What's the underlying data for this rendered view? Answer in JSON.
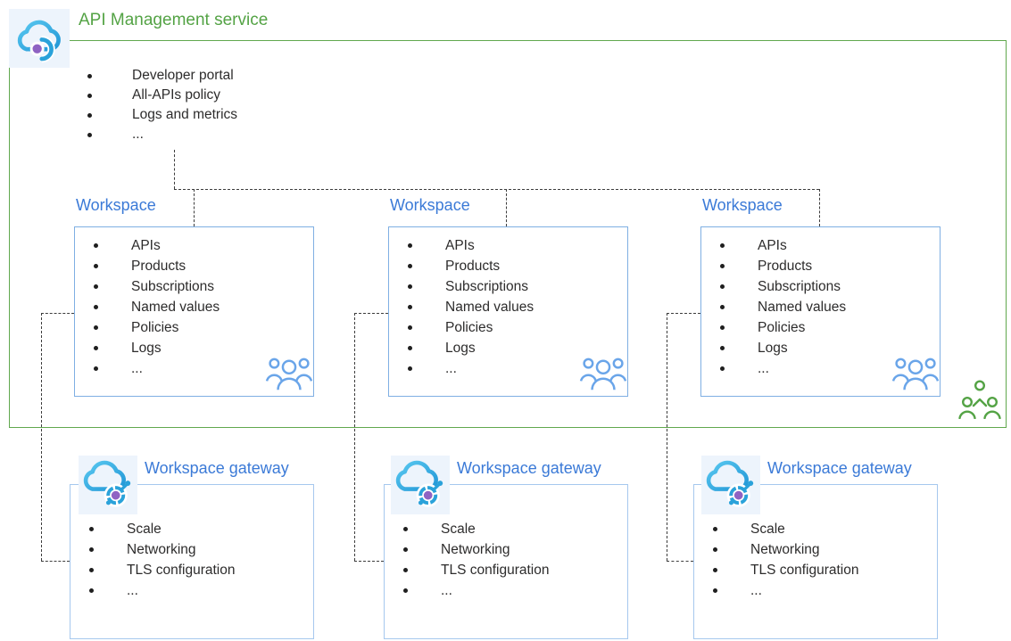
{
  "colors": {
    "green": "#54a345",
    "green_border": "#61a84e",
    "blue_title": "#3b7ad7",
    "workspace_border": "#7fafe3",
    "gateway_border": "#a6c8ee",
    "dashed_line": "#3c3c3c",
    "text": "#2d2c2c",
    "people_blue": "#6aa5e9",
    "people_green": "#54a345",
    "icon_blue": "#2aa2da",
    "icon_cyan": "#59c8f0",
    "icon_purple": "#8f63c3",
    "icon_tile_bg": "#edf4fc"
  },
  "icons": {
    "apim": "api-management-cloud-icon",
    "gateway": "gateway-cloud-icon",
    "workspace_members": "team-people-icon",
    "service_members": "org-people-icon"
  },
  "apim": {
    "title": "API Management service",
    "items": [
      "Developer portal",
      "All-APIs policy",
      "Logs and metrics",
      "..."
    ]
  },
  "workspaces": [
    {
      "title": "Workspace",
      "items": [
        "APIs",
        "Products",
        "Subscriptions",
        "Named values",
        "Policies",
        "Logs",
        "..."
      ]
    },
    {
      "title": "Workspace",
      "items": [
        "APIs",
        "Products",
        "Subscriptions",
        "Named values",
        "Policies",
        "Logs",
        "..."
      ]
    },
    {
      "title": "Workspace",
      "items": [
        "APIs",
        "Products",
        "Subscriptions",
        "Named values",
        "Policies",
        "Logs",
        "..."
      ]
    }
  ],
  "gateways": [
    {
      "title": "Workspace gateway",
      "items": [
        "Scale",
        "Networking",
        "TLS configuration",
        "..."
      ]
    },
    {
      "title": "Workspace gateway",
      "items": [
        "Scale",
        "Networking",
        "TLS configuration",
        "..."
      ]
    },
    {
      "title": "Workspace gateway",
      "items": [
        "Scale",
        "Networking",
        "TLS configuration",
        "..."
      ]
    }
  ]
}
